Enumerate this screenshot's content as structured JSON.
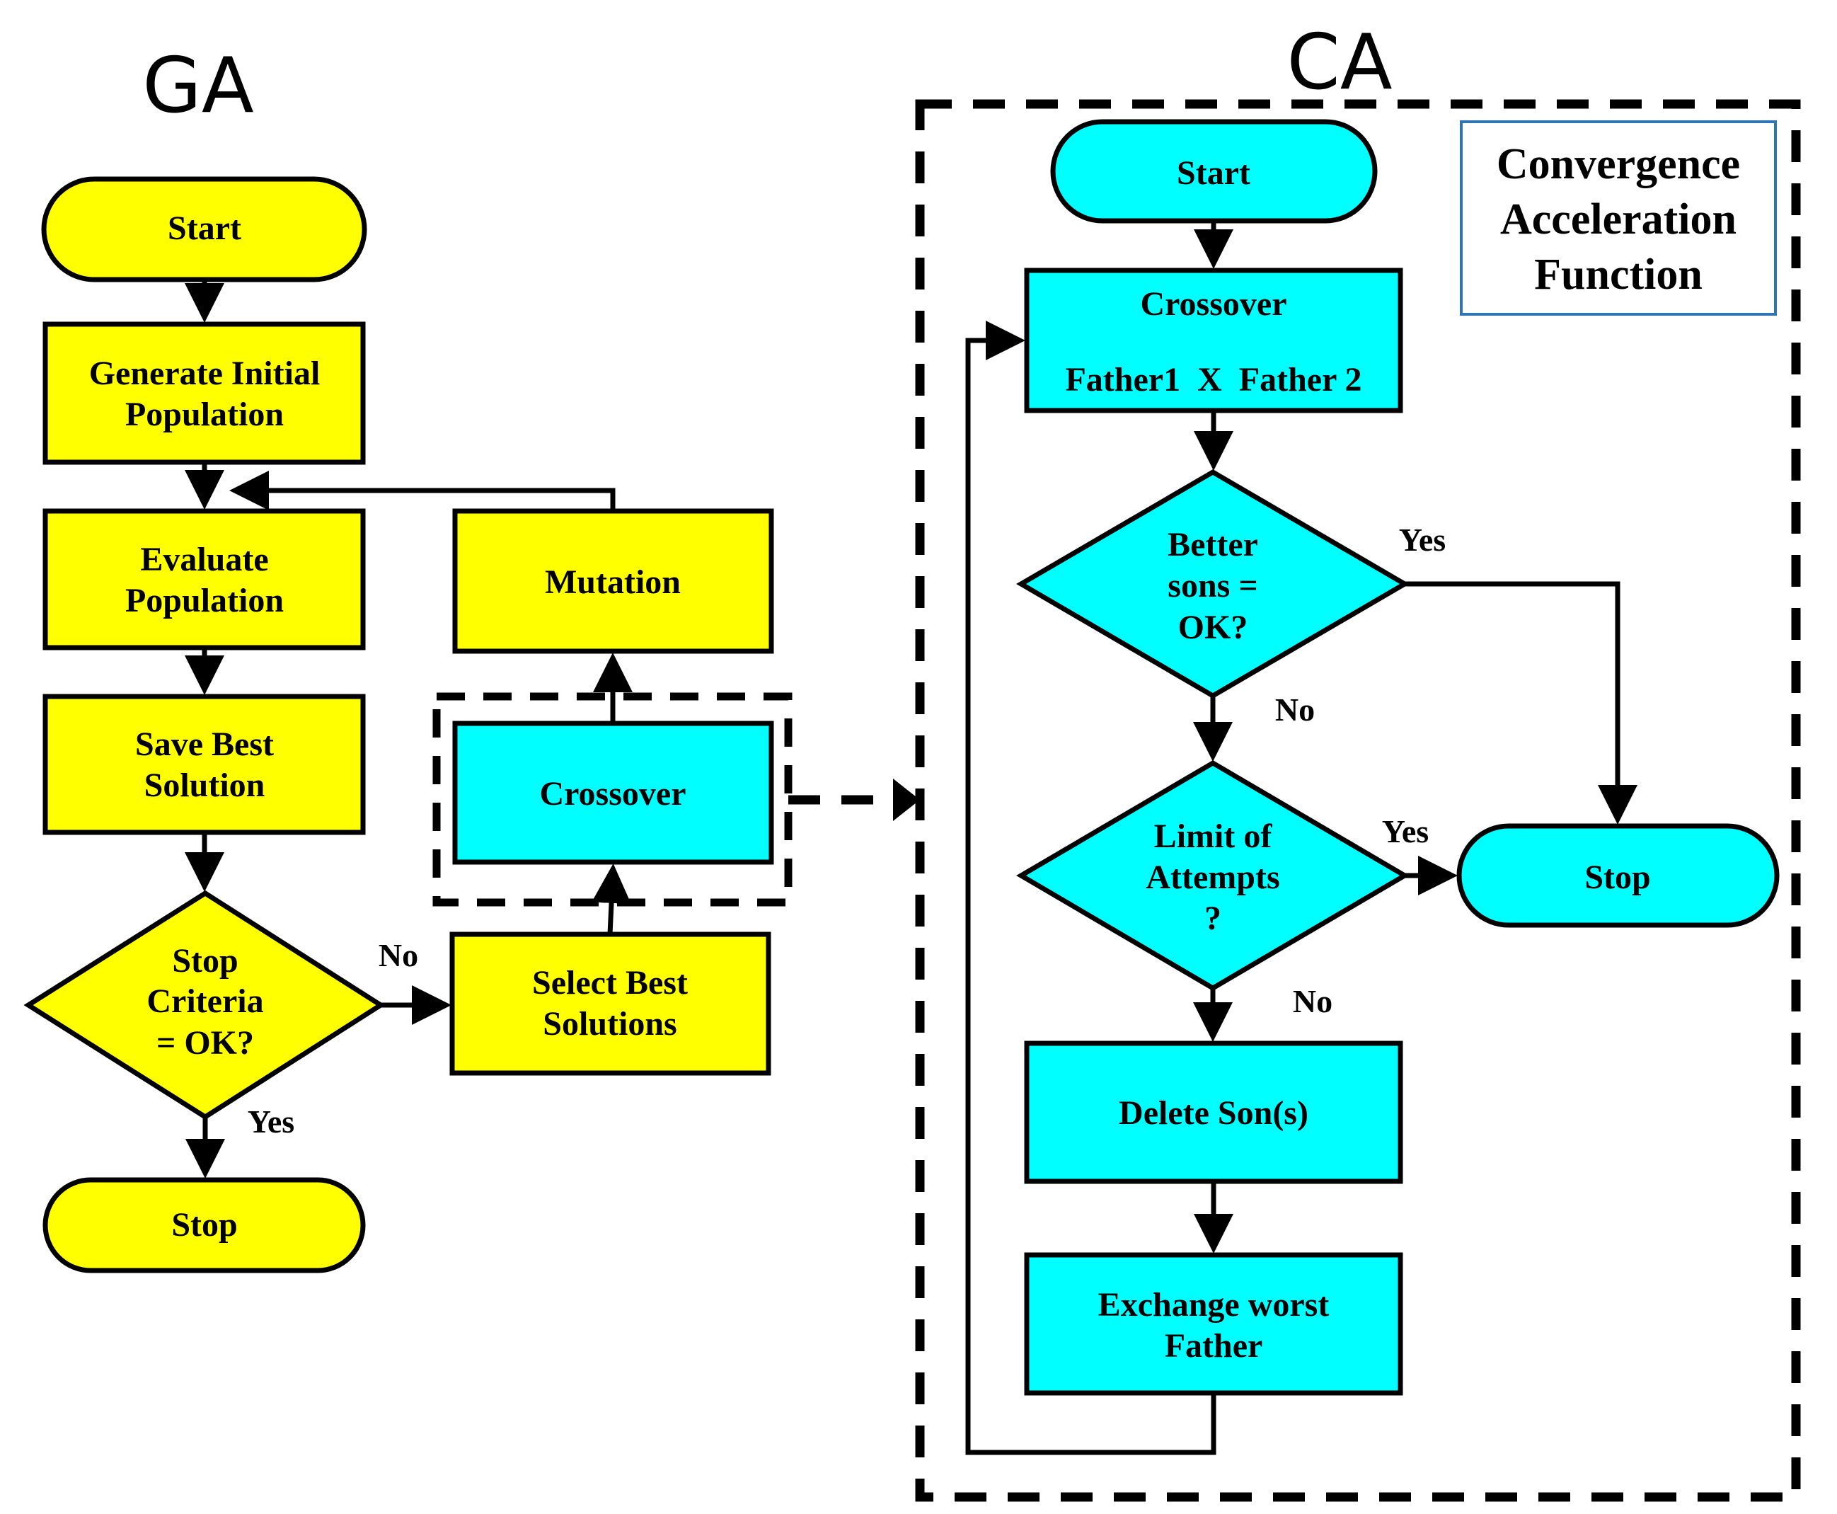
{
  "colors": {
    "ga_fill": "#ffff00",
    "ca_fill": "#00ffff",
    "caf_border": "#2e75b6"
  },
  "titles": {
    "ga": "GA",
    "ca": "CA"
  },
  "ga_nodes": {
    "start": "Start",
    "generate": [
      "Generate Initial",
      "Population"
    ],
    "evaluate": [
      "Evaluate",
      "Population"
    ],
    "save_best": [
      "Save Best",
      "Solution"
    ],
    "stop_criteria": [
      "Stop",
      "Criteria",
      "= OK?"
    ],
    "stop": "Stop",
    "mutation": "Mutation",
    "crossover": "Crossover",
    "select_best": [
      "Select Best",
      "Solutions"
    ]
  },
  "ga_labels": {
    "no": "No",
    "yes": "Yes"
  },
  "ca_nodes": {
    "start": "Start",
    "crossover_title": "Crossover",
    "crossover_detail": "Father1  X  Father 2",
    "better_sons": [
      "Better",
      "sons =",
      "OK?"
    ],
    "limit_attempts": [
      "Limit of",
      "Attempts",
      "?"
    ],
    "stop": "Stop",
    "delete_sons": "Delete Son(s)",
    "exchange": [
      "Exchange worst",
      "Father"
    ]
  },
  "ca_labels": {
    "yes_better": "Yes",
    "no_better": "No",
    "yes_limit": "Yes",
    "no_limit": "No"
  },
  "caf_box": [
    "Convergence",
    "Acceleration",
    "Function"
  ]
}
